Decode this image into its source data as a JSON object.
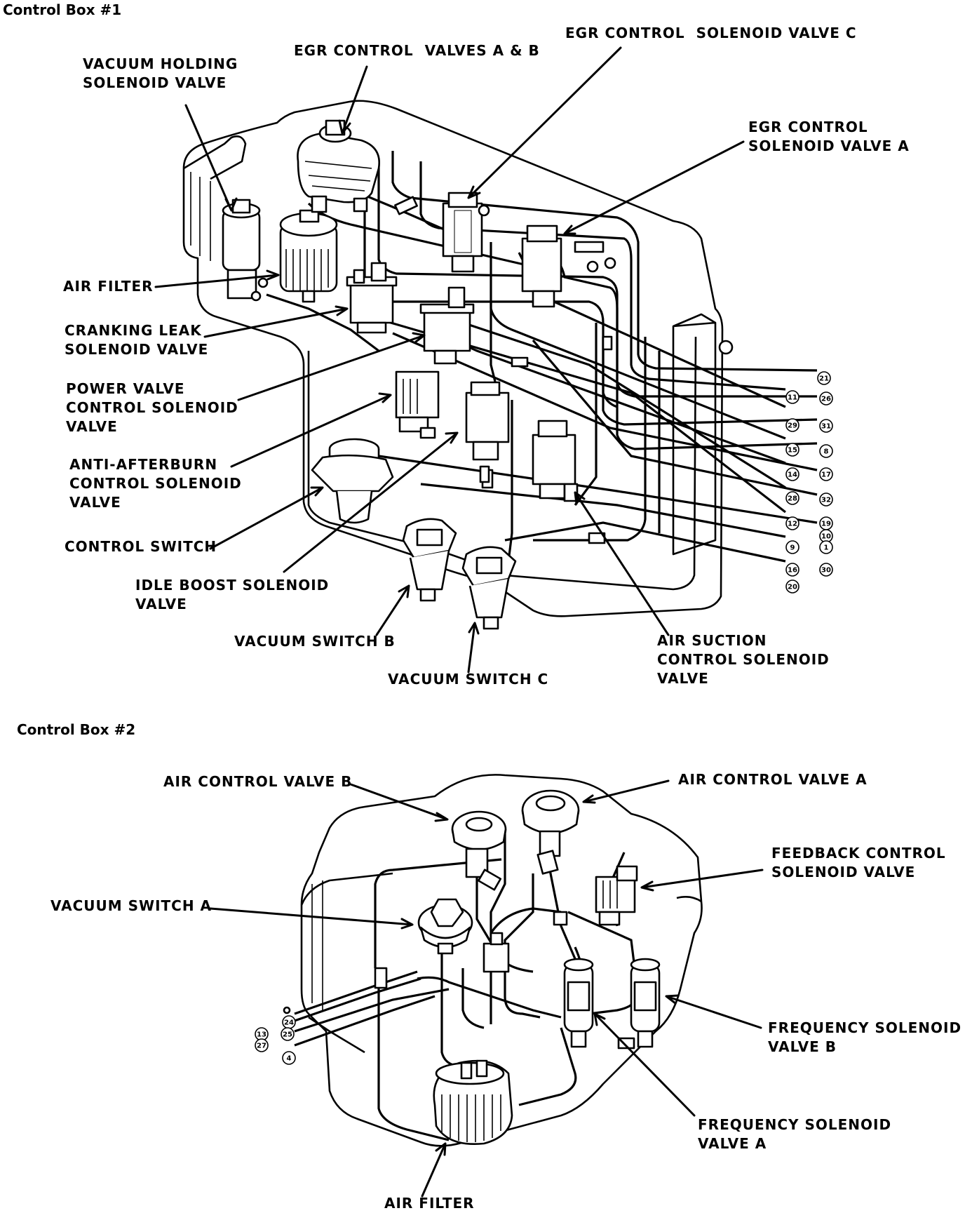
{
  "box1": {
    "title": "Control Box #1",
    "labels": {
      "vacuum_holding": "VACUUM HOLDING\nSOLENOID VALVE",
      "egr_valves_ab": "EGR CONTROL  VALVES A & B",
      "egr_solenoid_c": "EGR CONTROL  SOLENOID VALVE C",
      "egr_solenoid_a": "EGR CONTROL\nSOLENOID VALVE A",
      "air_filter": "AIR FILTER",
      "cranking_leak": "CRANKING LEAK\nSOLENOID VALVE",
      "power_valve": "POWER VALVE\nCONTROL SOLENOID\nVALVE",
      "anti_afterburn": "ANTI-AFTERBURN\nCONTROL SOLENOID\nVALVE",
      "control_switch": "CONTROL SWITCH",
      "idle_boost": "IDLE BOOST SOLENOID\nVALVE",
      "vacuum_switch_b": "VACUUM SWITCH B",
      "vacuum_switch_c": "VACUUM SWITCH C",
      "air_suction": "AIR SUCTION\nCONTROL SOLENOID\nVALVE"
    },
    "ports": [
      "21",
      "11",
      "26",
      "29",
      "31",
      "15",
      "8",
      "14",
      "17",
      "28",
      "32",
      "12",
      "19",
      "10",
      "9",
      "1",
      "16",
      "30",
      "20"
    ]
  },
  "box2": {
    "title": "Control Box #2",
    "labels": {
      "air_control_b": "AIR CONTROL VALVE B",
      "air_control_a": "AIR CONTROL VALVE A",
      "feedback": "FEEDBACK CONTROL\nSOLENOID VALVE",
      "vacuum_switch_a": "VACUUM SWITCH A",
      "freq_b": "FREQUENCY SOLENOID\nVALVE B",
      "freq_a": "FREQUENCY SOLENOID\nVALVE A",
      "air_filter": "AIR FILTER"
    },
    "ports": [
      "24",
      "13",
      "25",
      "27",
      "4"
    ]
  }
}
